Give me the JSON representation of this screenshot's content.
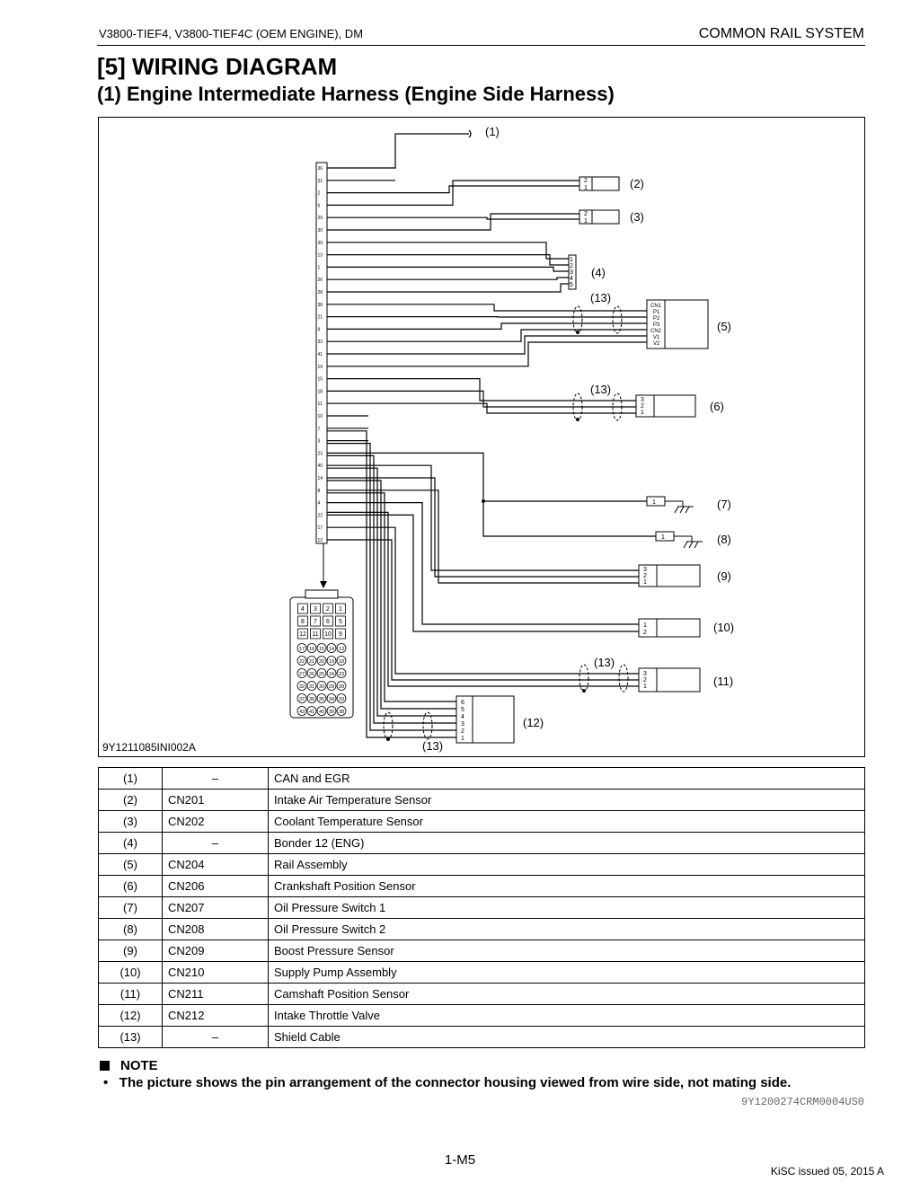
{
  "header": {
    "model": "V3800-TIEF4, V3800-TIEF4C (OEM ENGINE), DM",
    "section": "COMMON RAIL SYSTEM"
  },
  "titles": {
    "section_title": "[5]   WIRING DIAGRAM",
    "subsection_title": "(1)   Engine Intermediate Harness (Engine Side Harness)"
  },
  "diagram": {
    "figure_id": "9Y1211085INI002A",
    "main_connector_pins": [
      "36",
      "31",
      "2",
      "6",
      "29",
      "30",
      "39",
      "13",
      "1",
      "26",
      "28",
      "38",
      "21",
      "9",
      "33",
      "41",
      "19",
      "15",
      "18",
      "11",
      "10",
      "7",
      "3",
      "23",
      "40",
      "14",
      "8",
      "4",
      "22",
      "17",
      "12"
    ],
    "callouts": {
      "c1": "(1)",
      "c2": "(2)",
      "c3": "(3)",
      "c4": "(4)",
      "c5": "(5)",
      "c6": "(6)",
      "c7": "(7)",
      "c8": "(8)",
      "c9": "(9)",
      "c10": "(10)",
      "c11": "(11)",
      "c12": "(12)",
      "c13a": "(13)",
      "c13b": "(13)",
      "c13c": "(13)",
      "c13d": "(13)"
    },
    "rail_labels": [
      "CN1",
      "P1",
      "P2",
      "P3",
      "CN2",
      "V1",
      "V2"
    ],
    "housing_pins": [
      [
        "4",
        "3",
        "2",
        "1"
      ],
      [
        "8",
        "7",
        "6",
        "5"
      ],
      [
        "12",
        "11",
        "10",
        "9"
      ],
      [
        "17",
        "16",
        "15",
        "14",
        "13"
      ],
      [
        "22",
        "21",
        "20",
        "19",
        "18"
      ],
      [
        "27",
        "26",
        "25",
        "24",
        "23"
      ],
      [
        "32",
        "31",
        "30",
        "29",
        "28"
      ],
      [
        "37",
        "36",
        "35",
        "34",
        "33"
      ],
      [
        "42",
        "41",
        "40",
        "39",
        "38"
      ]
    ]
  },
  "parts_table": [
    {
      "ref": "(1)",
      "code": "–",
      "name": "CAN and EGR"
    },
    {
      "ref": "(2)",
      "code": "CN201",
      "name": "Intake Air Temperature Sensor"
    },
    {
      "ref": "(3)",
      "code": "CN202",
      "name": "Coolant Temperature Sensor"
    },
    {
      "ref": "(4)",
      "code": "–",
      "name": "Bonder 12 (ENG)"
    },
    {
      "ref": "(5)",
      "code": "CN204",
      "name": "Rail Assembly"
    },
    {
      "ref": "(6)",
      "code": "CN206",
      "name": "Crankshaft Position Sensor"
    },
    {
      "ref": "(7)",
      "code": "CN207",
      "name": "Oil Pressure Switch 1"
    },
    {
      "ref": "(8)",
      "code": "CN208",
      "name": "Oil Pressure Switch 2"
    },
    {
      "ref": "(9)",
      "code": "CN209",
      "name": "Boost Pressure Sensor"
    },
    {
      "ref": "(10)",
      "code": "CN210",
      "name": "Supply Pump Assembly"
    },
    {
      "ref": "(11)",
      "code": "CN211",
      "name": "Camshaft Position Sensor"
    },
    {
      "ref": "(12)",
      "code": "CN212",
      "name": "Intake Throttle Valve"
    },
    {
      "ref": "(13)",
      "code": "–",
      "name": "Shield Cable"
    }
  ],
  "note": {
    "heading": "NOTE",
    "bullet": "•",
    "text": "The picture shows the pin arrangement of the connector housing viewed from wire side, not mating side.",
    "code": "9Y1200274CRM0004US0"
  },
  "footer": {
    "page": "1-M5",
    "issued": "KiSC issued 05, 2015 A"
  }
}
